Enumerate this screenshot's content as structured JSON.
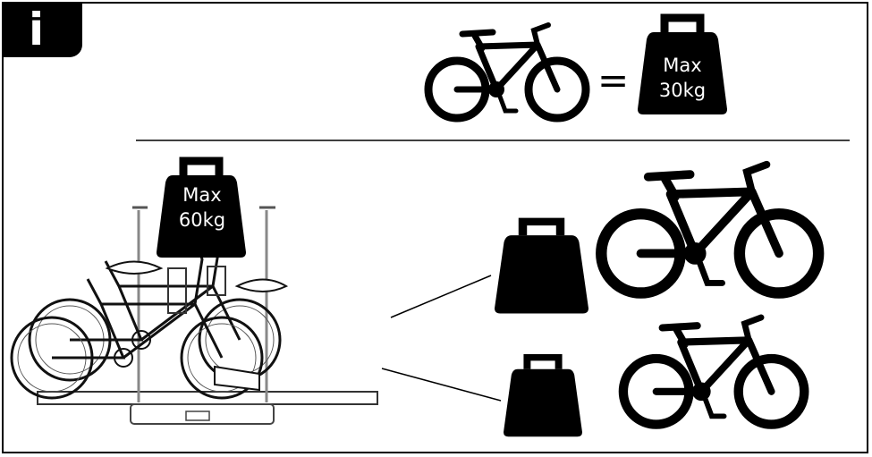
{
  "badge": {
    "icon": "info-icon",
    "glyph": "i"
  },
  "rule": {
    "per_bike": {
      "operator": "=",
      "weight_label_line1": "Max",
      "weight_label_line2": "30kg"
    },
    "total": {
      "weight_label_line1": "Max",
      "weight_label_line2": "60kg"
    }
  },
  "icons": [
    "bicycle-icon",
    "weight-icon",
    "bike-carrier-illustration"
  ]
}
